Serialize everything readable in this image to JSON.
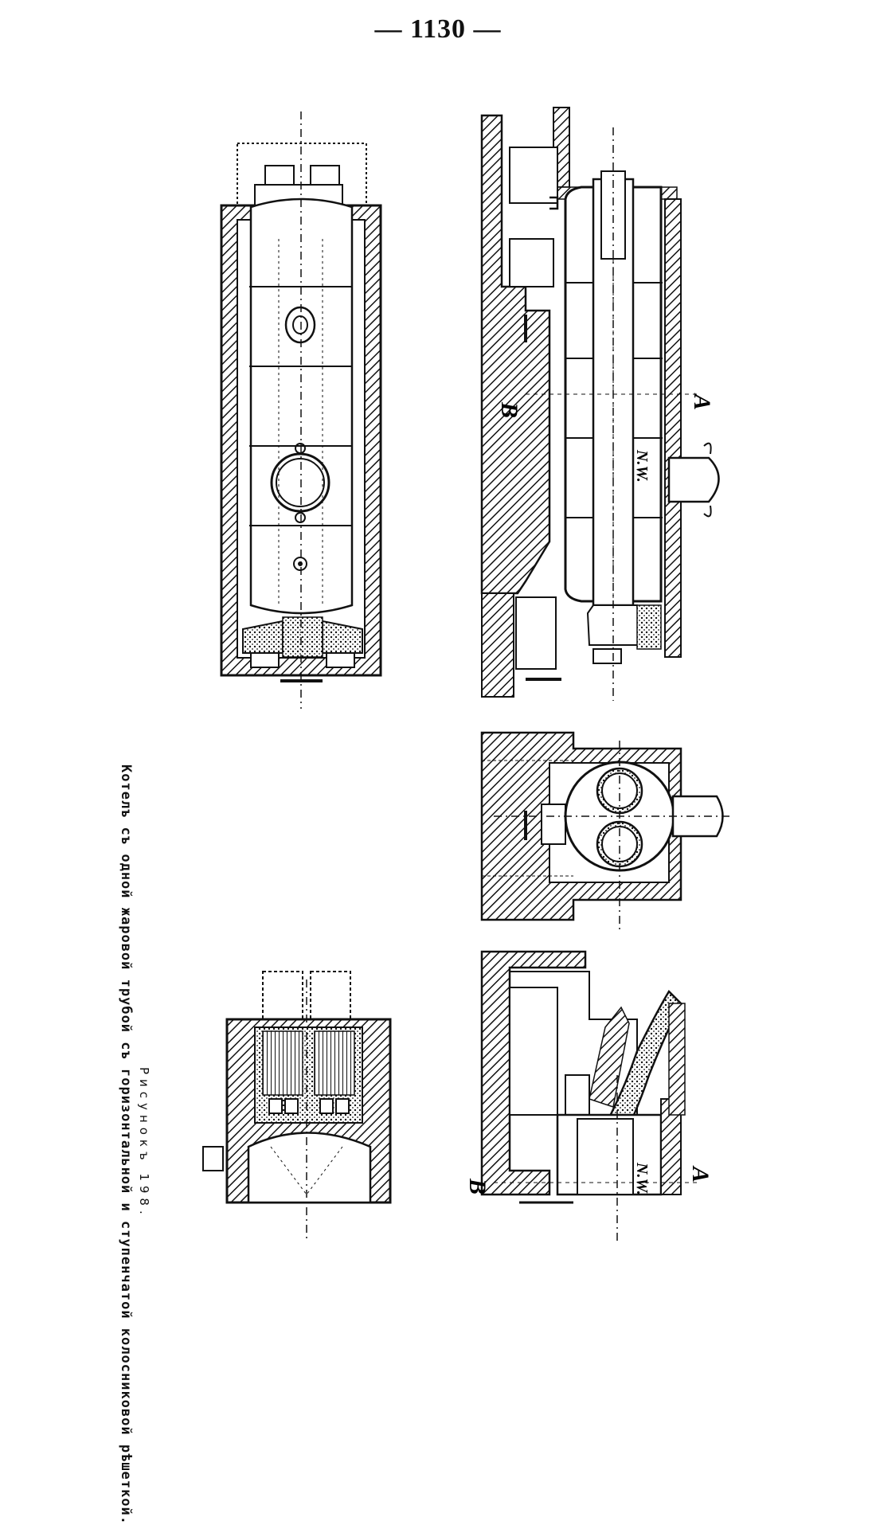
{
  "page": {
    "number": "— 1130 —"
  },
  "figure": {
    "label": "Рисунокъ 198.",
    "caption": "Котелъ съ одной жаровой трубой съ горизонтальной и ступенчатой колосниковой рѣшеткой."
  },
  "drawing_labels": {
    "section_a": "A",
    "section_b": "B",
    "nw": "N.W."
  }
}
